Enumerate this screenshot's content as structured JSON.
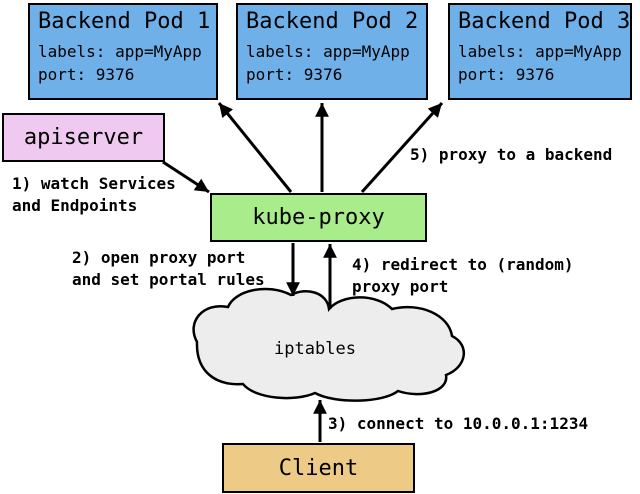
{
  "diagram": {
    "pods": [
      {
        "title": "Backend Pod 1",
        "labels": "labels: app=MyApp",
        "port": "port: 9376"
      },
      {
        "title": "Backend Pod 2",
        "labels": "labels: app=MyApp",
        "port": "port: 9376"
      },
      {
        "title": "Backend Pod 3",
        "labels": "labels: app=MyApp",
        "port": "port: 9376"
      }
    ],
    "apiserver_label": "apiserver",
    "kube_proxy_label": "kube-proxy",
    "cloud_label": "iptables",
    "client_label": "Client",
    "steps": {
      "s1_line1": "1) watch Services",
      "s1_line2": "and Endpoints",
      "s2_line1": "2) open proxy port",
      "s2_line2": "and set portal rules",
      "s3": "3) connect to 10.0.0.1:1234",
      "s4_line1": "4) redirect to (random)",
      "s4_line2": "proxy port",
      "s5": "5) proxy to a backend"
    },
    "colors": {
      "pod_fill": "#70B0E8",
      "apiserver_fill": "#EFC9EF",
      "kube_proxy_fill": "#A9EC8B",
      "client_fill": "#EDCA86",
      "cloud_fill": "#EDEDED",
      "stroke": "#000000"
    }
  }
}
